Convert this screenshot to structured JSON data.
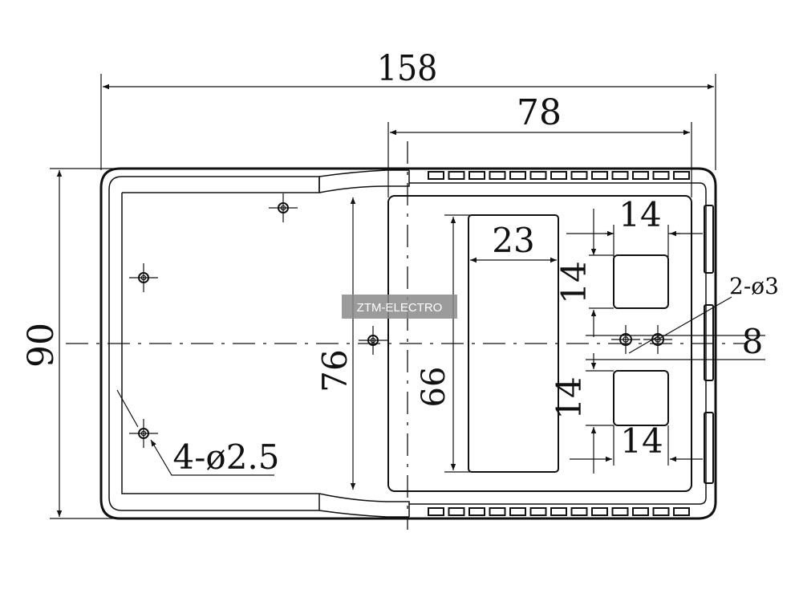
{
  "dimensions": {
    "overall_width": "158",
    "top_section_width": "78",
    "overall_height": "90",
    "inner_height_76": "76",
    "window_height_66": "66",
    "window_width_23": "23",
    "square_top_width": "14",
    "square_top_height": "14",
    "square_bottom_height": "14",
    "square_bottom_width": "14",
    "hole_spacing": "8",
    "holes_2": "2-ø3",
    "holes_4": "4-ø2.5"
  },
  "watermark": {
    "text": "ZTM-ELECTRO"
  },
  "colors": {
    "line": "#111111",
    "watermark_bg": "#8a8a8a"
  }
}
